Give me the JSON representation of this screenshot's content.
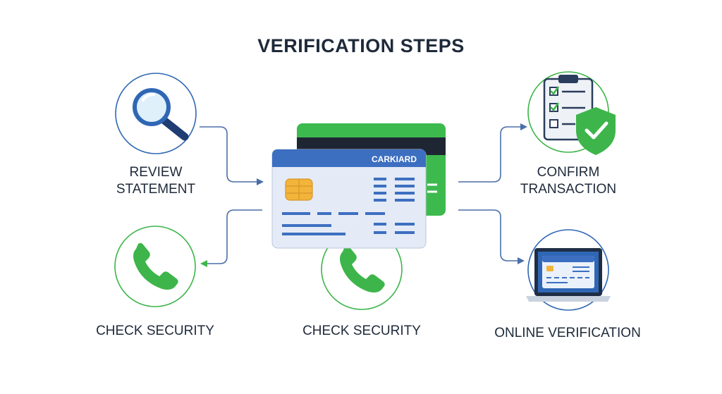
{
  "title": "VERIFICATION STEPS",
  "card": {
    "brand": "CARKIARD"
  },
  "steps": {
    "review": {
      "line1": "REVIEW",
      "line2": "STATEMENT",
      "icon": "magnifier-icon"
    },
    "confirm": {
      "line1": "CONFIRM",
      "line2": "TRANSACTION",
      "icon": "clipboard-check-shield-icon"
    },
    "check_left": {
      "label": "CHECK SECURITY",
      "icon": "phone-icon"
    },
    "check_center": {
      "label": "CHECK SECURITY",
      "icon": "phone-icon"
    },
    "online": {
      "label": "ONLINE VERIFICATION",
      "icon": "laptop-card-icon"
    }
  },
  "colors": {
    "circle_blue": "#2f67b5",
    "circle_green": "#3db54a",
    "arrow": "#4a6ea8",
    "card_blue": "#3d6fc1",
    "card_green": "#3dba4e"
  }
}
